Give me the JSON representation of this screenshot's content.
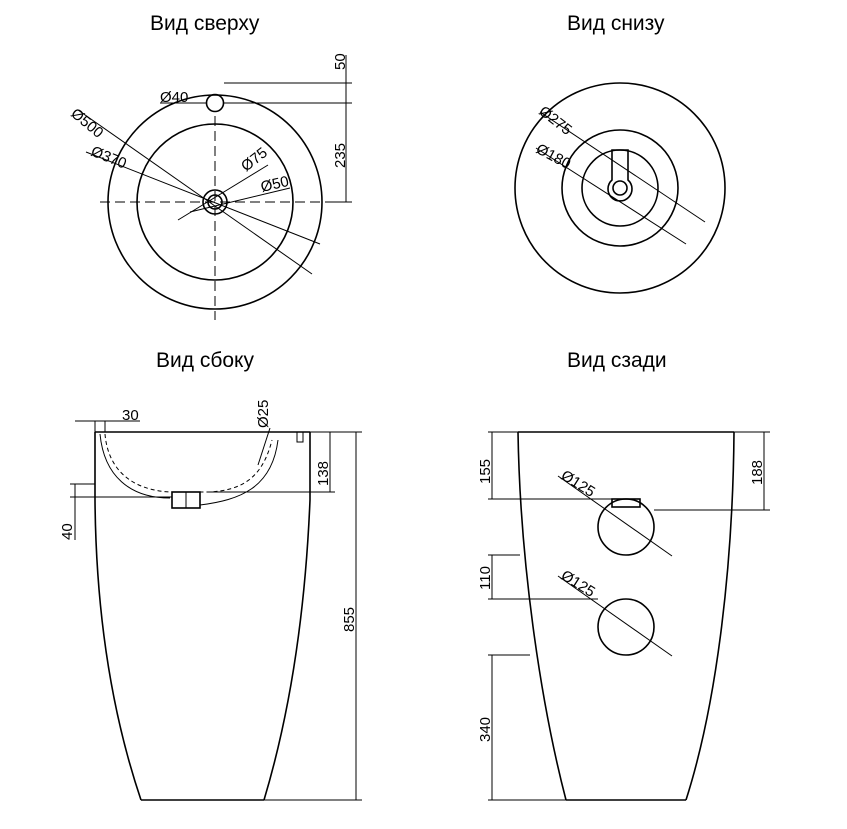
{
  "views": {
    "top": {
      "title": "Вид сверху"
    },
    "bottom": {
      "title": "Вид снизу"
    },
    "side": {
      "title": "Вид сбоку"
    },
    "back": {
      "title": "Вид сзади"
    }
  },
  "dimensions": {
    "top": {
      "d500": "Ø500",
      "d370": "Ø370",
      "d40": "Ø40",
      "d75": "Ø75",
      "d50": "Ø50",
      "h50": "50",
      "h235": "235"
    },
    "bottom": {
      "d275": "Ø275",
      "d180": "Ø180"
    },
    "side": {
      "w30": "30",
      "d25": "Ø25",
      "h138": "138",
      "h40": "40",
      "h855": "855"
    },
    "back": {
      "h155": "155",
      "h188": "188",
      "d125a": "Ø125",
      "h110": "110",
      "d125b": "Ø125",
      "h340": "340"
    }
  }
}
